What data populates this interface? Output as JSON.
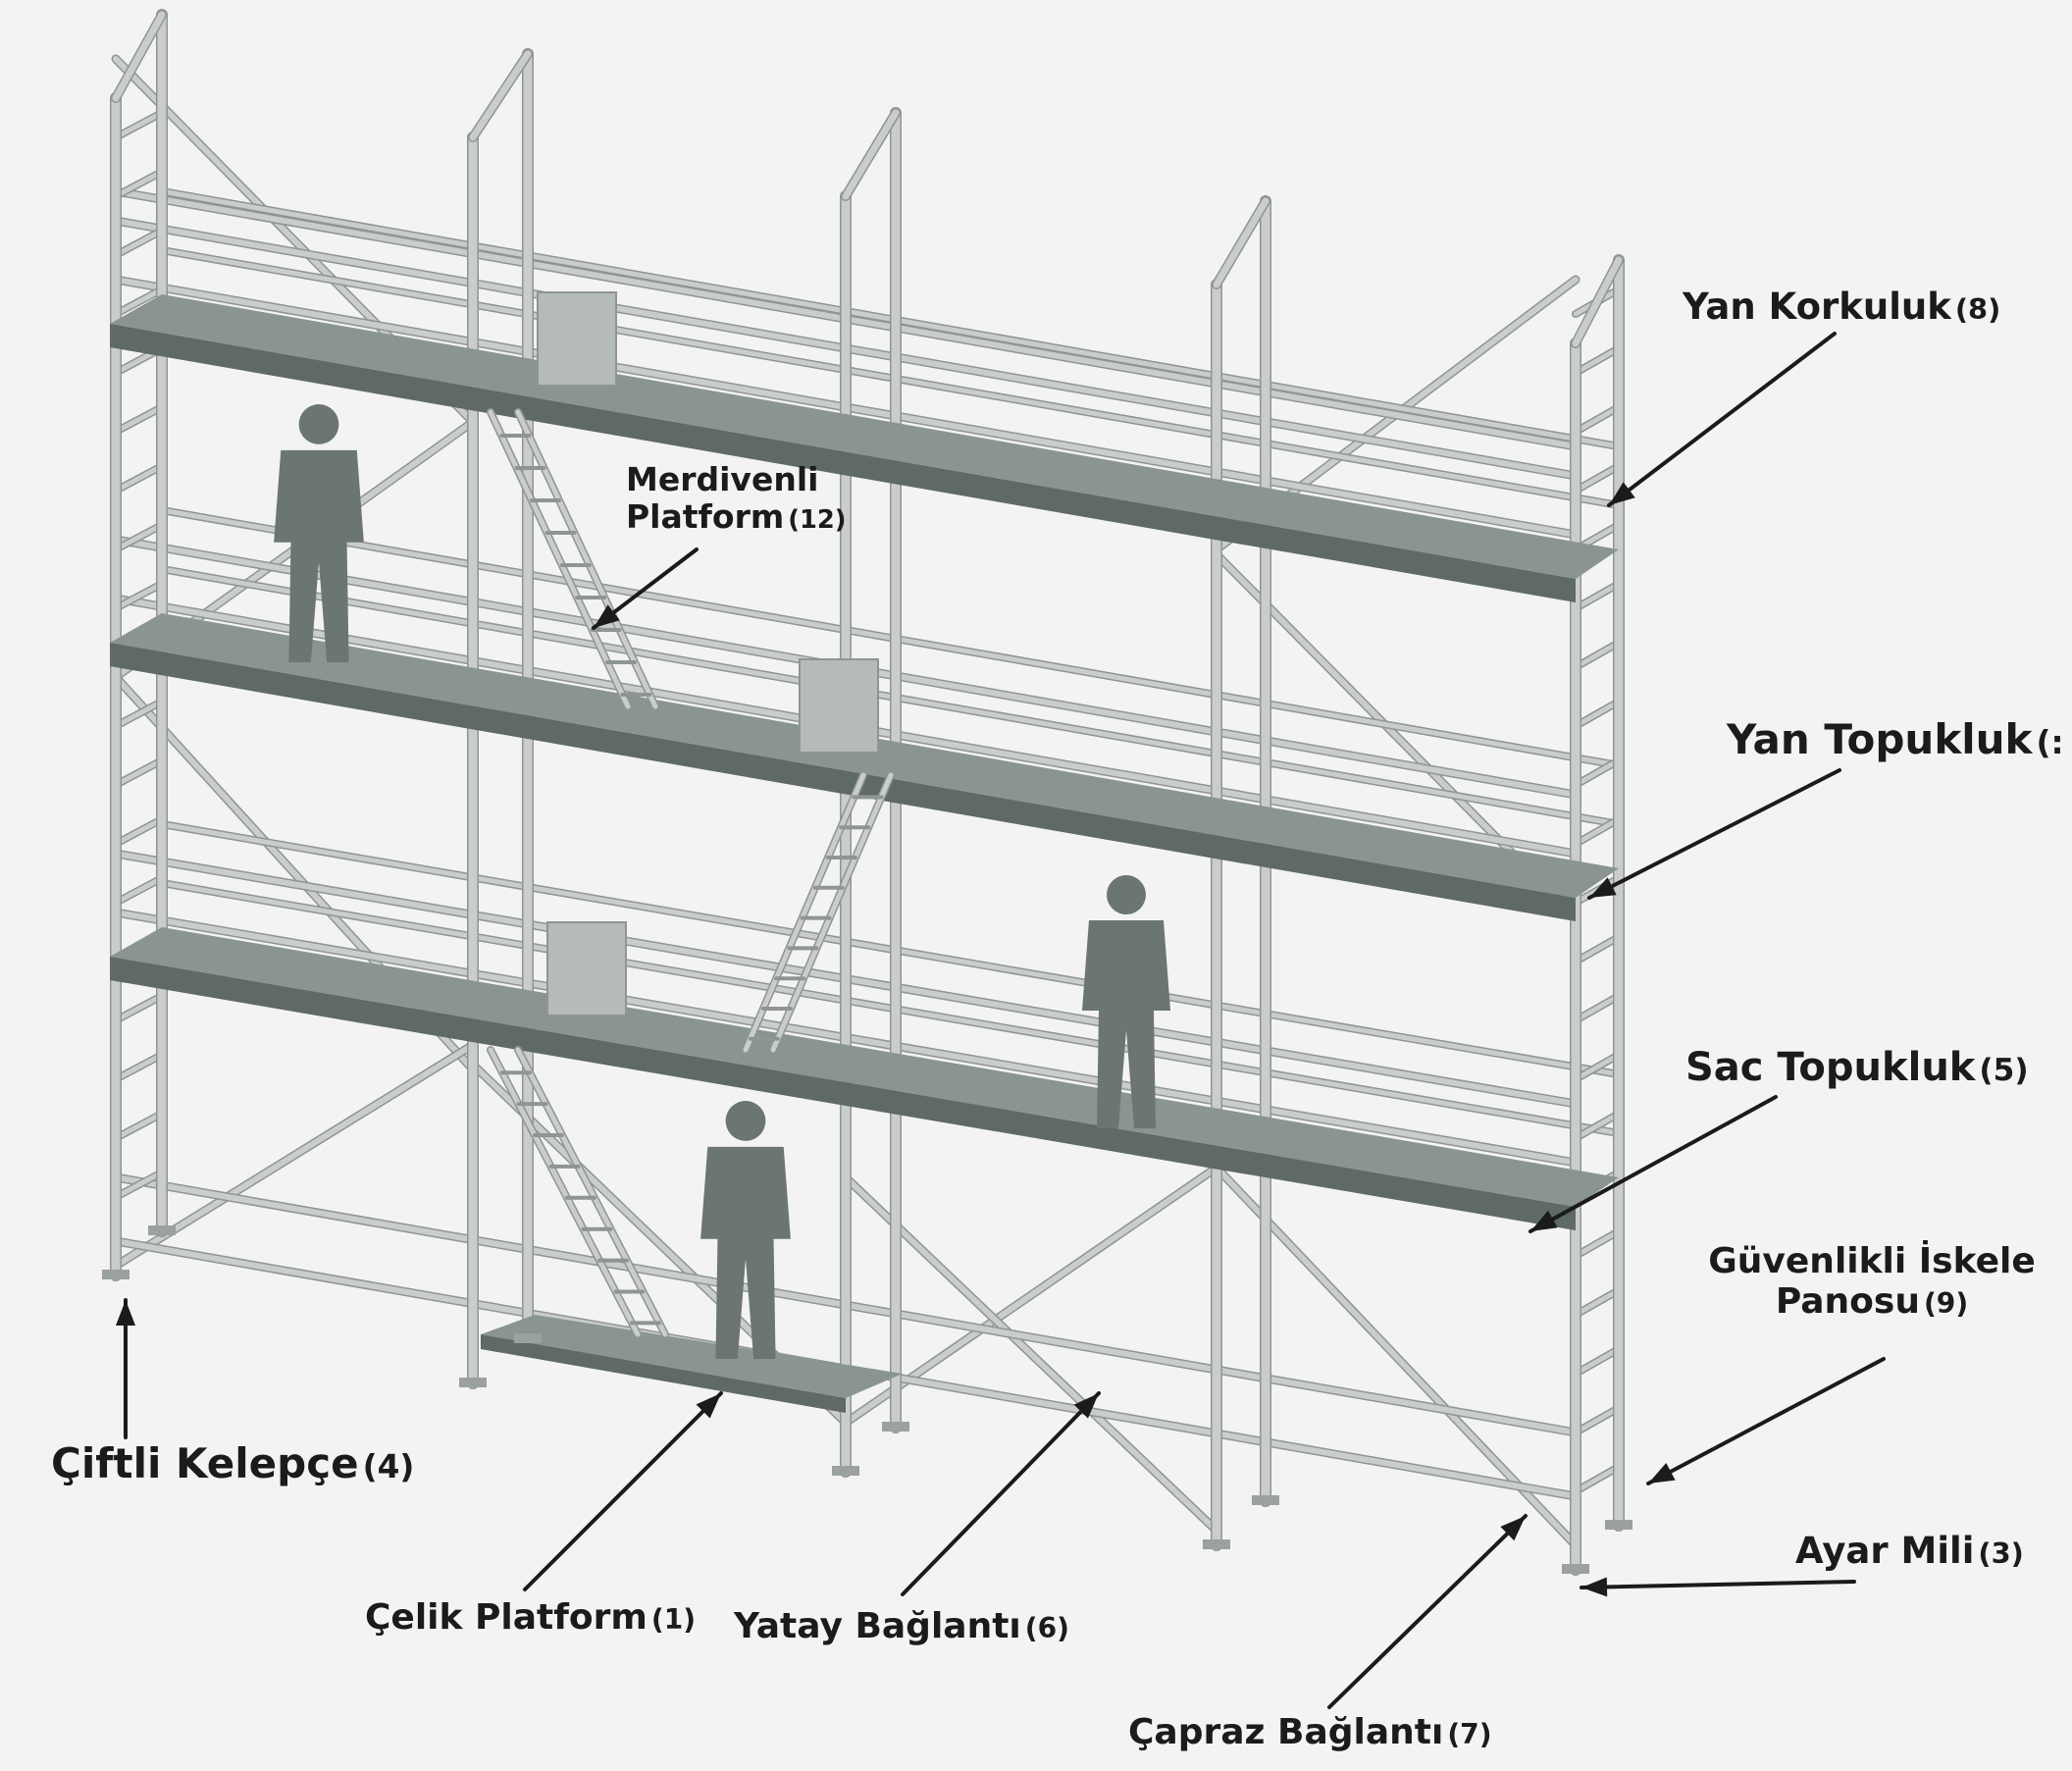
{
  "labels": {
    "yan_korkuluk": {
      "text": "Yan Korkuluk",
      "num": "(8)"
    },
    "merdivenli_platform": {
      "line1": "Merdivenli",
      "line2": "Platform",
      "num": "(12)"
    },
    "yan_topukluk": {
      "text": "Yan Topukluk",
      "num": "(:"
    },
    "sac_topukluk": {
      "text": "Sac Topukluk",
      "num": "(5)"
    },
    "guvenlikli_iskele_panosu": {
      "line1": "Güvenlikli İskele",
      "line2": "Panosu",
      "num": "(9)"
    },
    "ayar_mili": {
      "text": "Ayar Mili",
      "num": "(3)"
    },
    "ciftli_kelepce": {
      "text": "Çiftli Kelepçe",
      "num": "(4)"
    },
    "celik_platform": {
      "text": "Çelik Platform",
      "num": "(1)"
    },
    "yatay_baglanti": {
      "text": "Yatay Bağlantı",
      "num": "(6)"
    },
    "capraz_baglanti": {
      "text": "Çapraz Bağlantı",
      "num": "(7)"
    }
  },
  "colors": {
    "background": "#f3f4f2",
    "frame": "#c9cdcc",
    "frame_edge": "#8e9594",
    "deck": "#8a9593",
    "deck_dark": "#5e6968",
    "figure": "#6b7574",
    "text": "#1b1b1b",
    "arrow": "#1b1b1b"
  }
}
